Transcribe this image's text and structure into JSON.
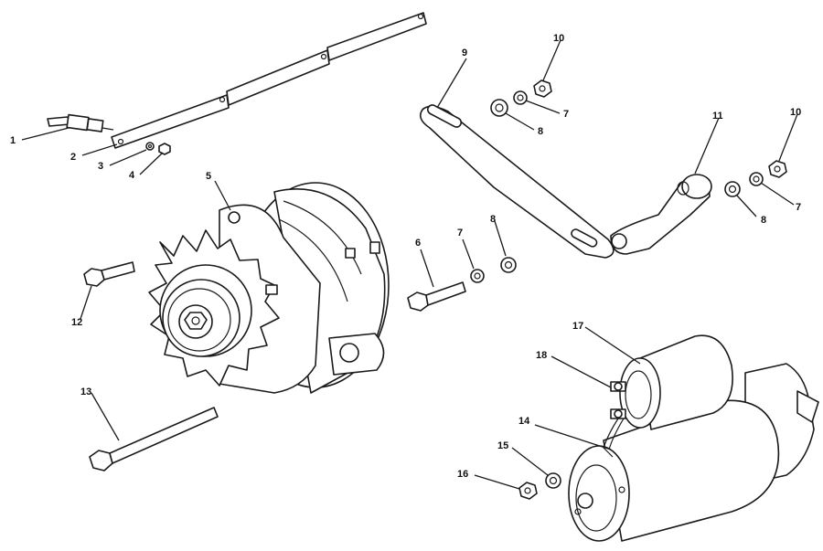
{
  "callouts": [
    {
      "id": "c1",
      "text": "1"
    },
    {
      "id": "c2",
      "text": "2"
    },
    {
      "id": "c3",
      "text": "3"
    },
    {
      "id": "c4",
      "text": "4"
    },
    {
      "id": "c5",
      "text": "5"
    },
    {
      "id": "c6",
      "text": "6"
    },
    {
      "id": "c7a",
      "text": "7"
    },
    {
      "id": "c7b",
      "text": "7"
    },
    {
      "id": "c7c",
      "text": "7"
    },
    {
      "id": "c8a",
      "text": "8"
    },
    {
      "id": "c8b",
      "text": "8"
    },
    {
      "id": "c8c",
      "text": "8"
    },
    {
      "id": "c9",
      "text": "9"
    },
    {
      "id": "c10a",
      "text": "10"
    },
    {
      "id": "c10b",
      "text": "10"
    },
    {
      "id": "c11",
      "text": "11"
    },
    {
      "id": "c12",
      "text": "12"
    },
    {
      "id": "c13",
      "text": "13"
    },
    {
      "id": "c14",
      "text": "14"
    },
    {
      "id": "c15",
      "text": "15"
    },
    {
      "id": "c16",
      "text": "16"
    },
    {
      "id": "c17",
      "text": "17"
    },
    {
      "id": "c18",
      "text": "18"
    }
  ]
}
